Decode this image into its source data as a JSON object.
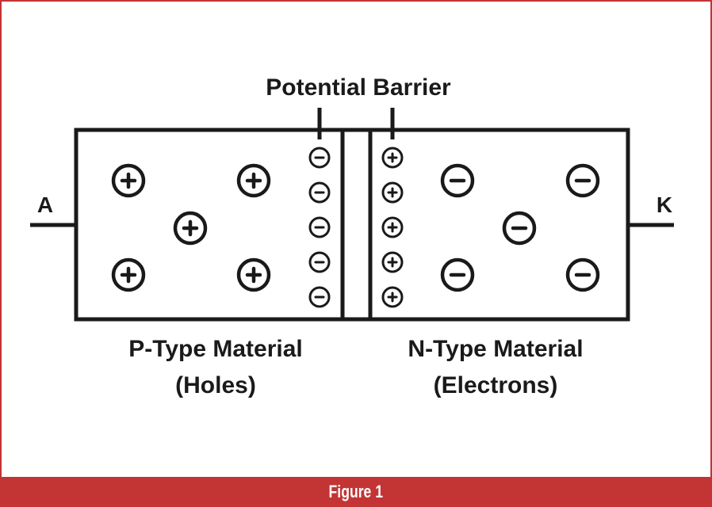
{
  "title": "Potential Barrier",
  "anode_label": "A",
  "cathode_label": "K",
  "p_region": {
    "label": "P-Type Material",
    "sublabel": "(Holes)",
    "carrier_symbol": "+",
    "depletion_symbol": "-"
  },
  "n_region": {
    "label": "N-Type Material",
    "sublabel": "(Electrons)",
    "carrier_symbol": "-",
    "depletion_symbol": "+"
  },
  "caption": "Figure 1",
  "colors": {
    "accent": "#c33434",
    "ink": "#1a1a1a"
  }
}
